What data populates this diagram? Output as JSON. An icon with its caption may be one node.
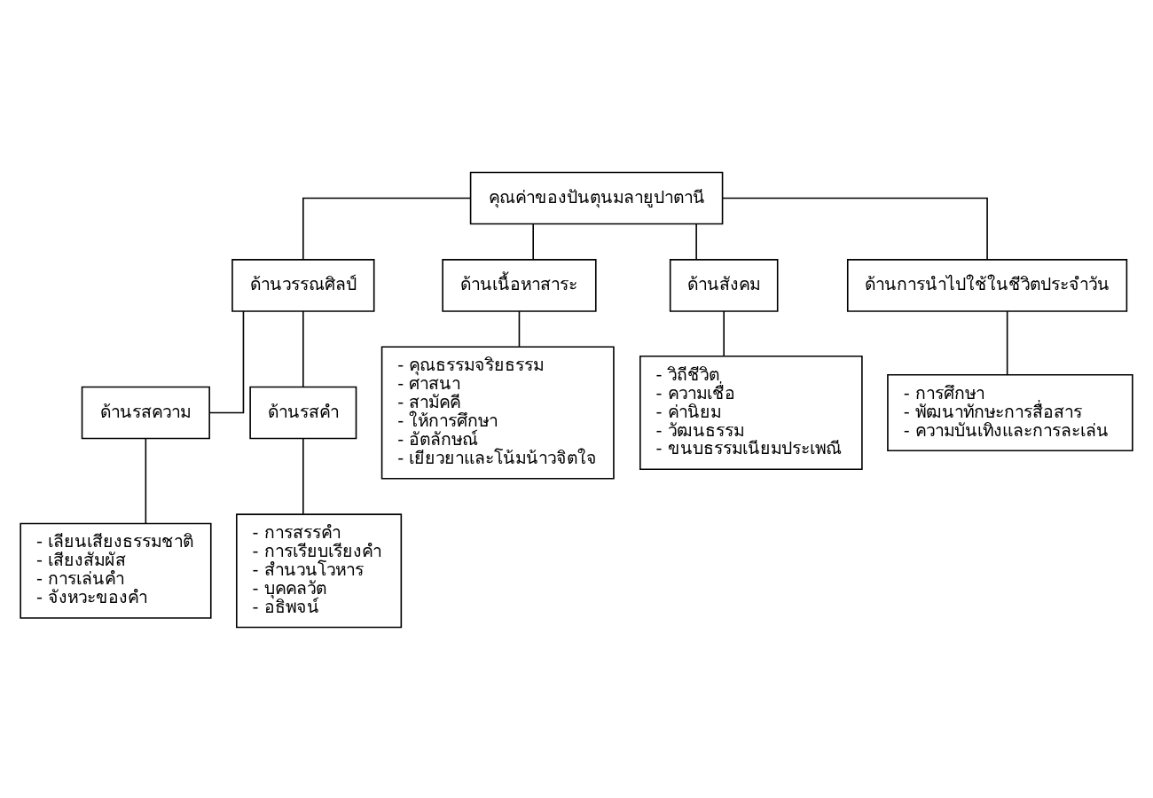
{
  "diagram": {
    "nodes": [
      {
        "text": [
          "คุณค่าของปันตุนมลายูปาตานี"
        ]
      },
      {
        "text": [
          "ด้านวรรณศิลป์"
        ]
      },
      {
        "text": [
          "ด้านเนื้อหาสาระ"
        ]
      },
      {
        "text": [
          "ด้านสังคม"
        ]
      },
      {
        "text": [
          "ด้านการนำไปใช้ในชีวิตประจำวัน"
        ]
      },
      {
        "text": [
          "ด้านรสความ"
        ]
      },
      {
        "text": [
          "ด้านรสคำ"
        ]
      },
      {
        "text": [
          "- เลียนเสียงธรรมชาติ",
          "- เสียงสัมผัส",
          "- การเล่นคำ",
          "- จังหวะของคำ"
        ]
      },
      {
        "text": [
          "- การสรรคำ",
          "- การเรียบเรียงคำ",
          "- สำนวนโวหาร",
          "- บุคคลวัต",
          "- อธิพจน์"
        ]
      },
      {
        "text": [
          "- คุณธรรมจริยธรรม",
          "- ศาสนา",
          "- สามัคคี",
          "- ให้การศึกษา",
          "- อัตลักษณ์",
          "- เยียวยาและโน้มน้าวจิตใจ"
        ]
      },
      {
        "text": [
          "- วิถีชีวิต",
          "- ความเชื่อ",
          "- ค่านิยม",
          "- วัฒนธรรม",
          "- ขนบธรรมเนียมประเพณี"
        ]
      },
      {
        "text": [
          "- การศึกษา",
          "- พัฒนาทักษะการสื่อสาร",
          "- ความบันเทิงและการละเล่น"
        ]
      }
    ],
    "edges": [
      {
        "from": 0,
        "to": 1,
        "arrow": "none"
      },
      {
        "from": 0,
        "to": 2,
        "arrow": "none"
      },
      {
        "from": 0,
        "to": 3,
        "arrow": "none"
      },
      {
        "from": 0,
        "to": 4,
        "arrow": "none"
      },
      {
        "from": 1,
        "to": 5,
        "arrow": "none"
      },
      {
        "from": 1,
        "to": 6,
        "arrow": "none"
      },
      {
        "from": 5,
        "to": 7,
        "arrow": "none"
      },
      {
        "from": 6,
        "to": 8,
        "arrow": "none"
      },
      {
        "from": 2,
        "to": 9,
        "arrow": "none"
      },
      {
        "from": 3,
        "to": 10,
        "arrow": "none"
      },
      {
        "from": 4,
        "to": 11,
        "arrow": "none"
      }
    ]
  }
}
